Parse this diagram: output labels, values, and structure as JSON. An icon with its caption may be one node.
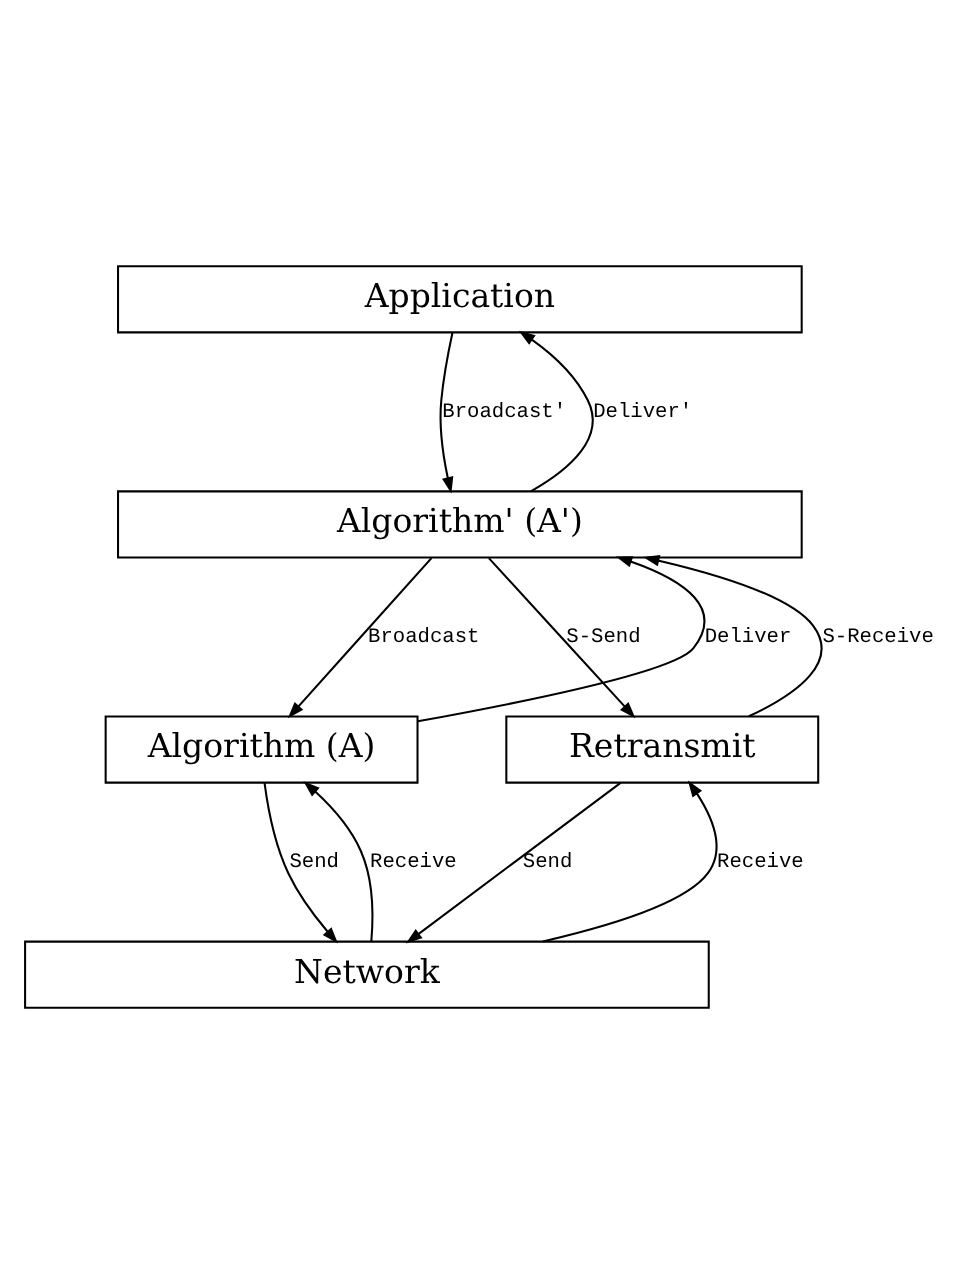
{
  "diagram": {
    "nodes": [
      {
        "text": [
          "Application"
        ]
      },
      {
        "text": [
          "Algorithm' (A')"
        ]
      },
      {
        "text": [
          "Algorithm (A)"
        ]
      },
      {
        "text": [
          "Retransmit"
        ]
      },
      {
        "text": [
          "Network"
        ]
      }
    ],
    "edges": [
      {
        "from": 1,
        "to": 0,
        "arrow": "to",
        "label": "Deliver'"
      },
      {
        "from": 0,
        "to": 1,
        "arrow": "to",
        "label": "Broadcast'"
      },
      {
        "from": 2,
        "to": 1,
        "arrow": "to",
        "label": "Deliver"
      },
      {
        "from": 1,
        "to": 2,
        "arrow": "to",
        "label": "Broadcast"
      },
      {
        "from": 3,
        "to": 1,
        "arrow": "to",
        "label": "S-Receive"
      },
      {
        "from": 1,
        "to": 3,
        "arrow": "to",
        "label": "S-Send"
      },
      {
        "from": 4,
        "to": 2,
        "arrow": "to",
        "label": "Receive"
      },
      {
        "from": 2,
        "to": 4,
        "arrow": "to",
        "label": "Send"
      },
      {
        "from": 4,
        "to": 3,
        "arrow": "to",
        "label": "Receive"
      },
      {
        "from": 3,
        "to": 4,
        "arrow": "to",
        "label": "Send"
      }
    ]
  }
}
